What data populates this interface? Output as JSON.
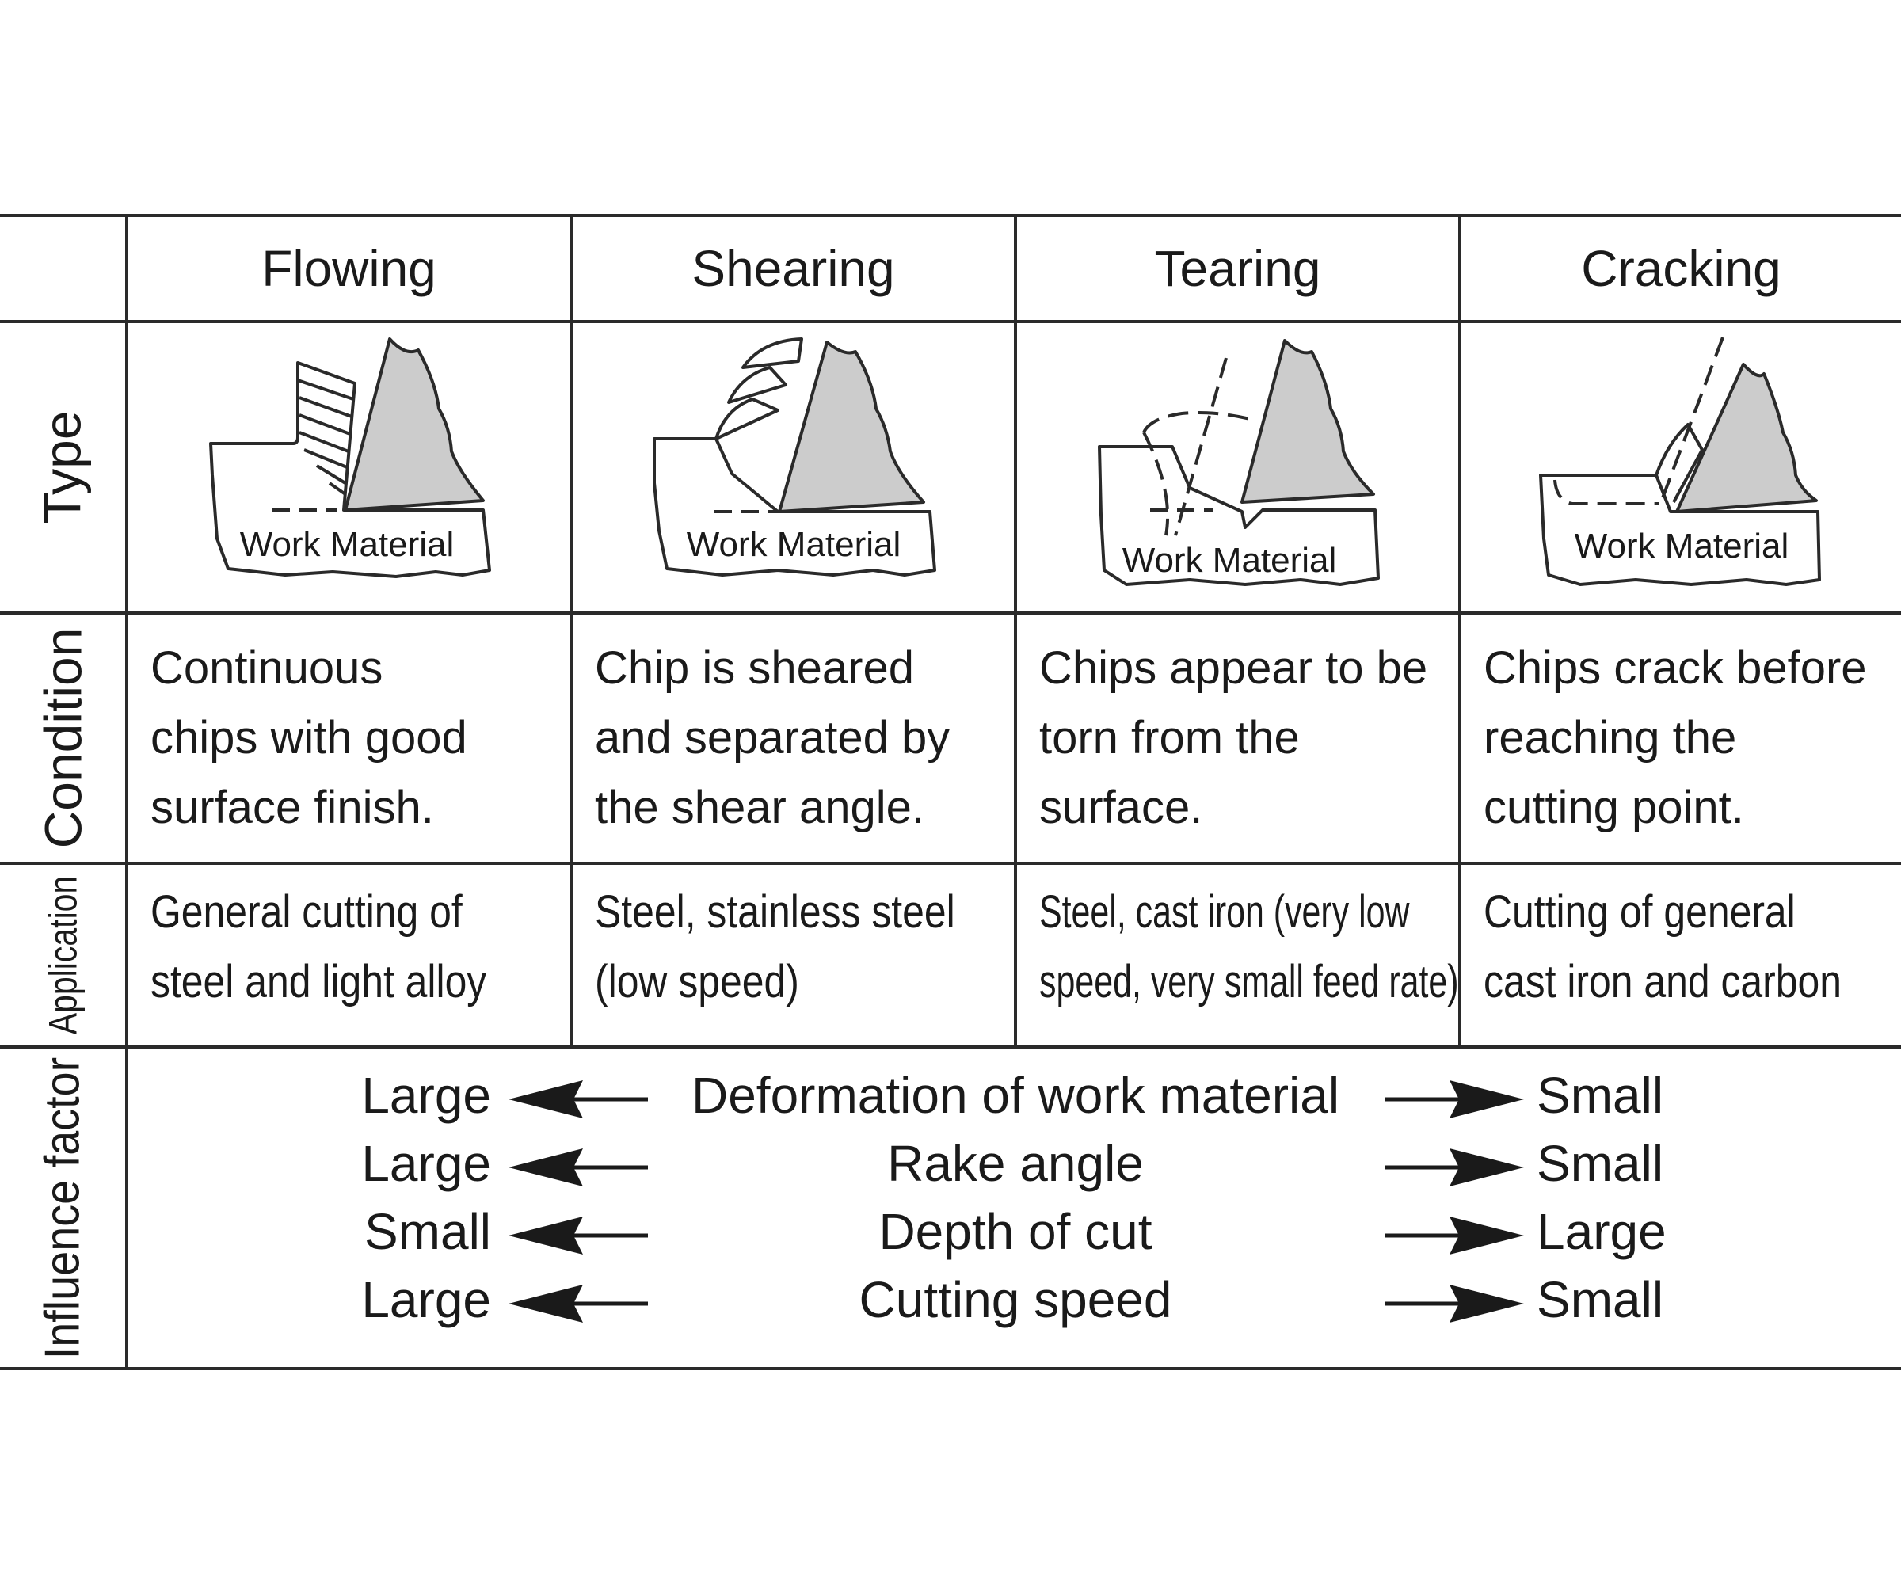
{
  "columns": [
    "Flowing",
    "Shearing",
    "Tearing",
    "Cracking"
  ],
  "row_labels": {
    "type": "Type",
    "condition": "Condition",
    "application": "Application",
    "influence": "Influence factor"
  },
  "work_material_label": "Work Material",
  "conditions": [
    [
      "Continuous",
      "chips with good",
      "surface finish."
    ],
    [
      "Chip is sheared",
      "and separated by",
      "the shear angle."
    ],
    [
      "Chips appear to be",
      "torn from the",
      "surface."
    ],
    [
      "Chips crack before",
      "reaching the",
      "cutting point."
    ]
  ],
  "applications": [
    [
      "General cutting of",
      "steel and light alloy"
    ],
    [
      "Steel, stainless steel",
      "(low speed)"
    ],
    [
      "Steel, cast iron (very low",
      "speed, very small feed rate)"
    ],
    [
      "Cutting of general",
      "cast iron and carbon"
    ]
  ],
  "influence_factors": [
    {
      "left": "Large",
      "factor": "Deformation of work material",
      "right": "Small"
    },
    {
      "left": "Large",
      "factor": "Rake angle",
      "right": "Small"
    },
    {
      "left": "Small",
      "factor": "Depth of cut",
      "right": "Large"
    },
    {
      "left": "Large",
      "factor": "Cutting speed",
      "right": "Small"
    }
  ],
  "icons": [
    "left-arrow-icon",
    "right-arrow-icon",
    "cutting-tool-icon"
  ],
  "colors": {
    "line": "#2a2a2a",
    "tool_fill": "#cccccc",
    "text": "#1a1a1a"
  }
}
